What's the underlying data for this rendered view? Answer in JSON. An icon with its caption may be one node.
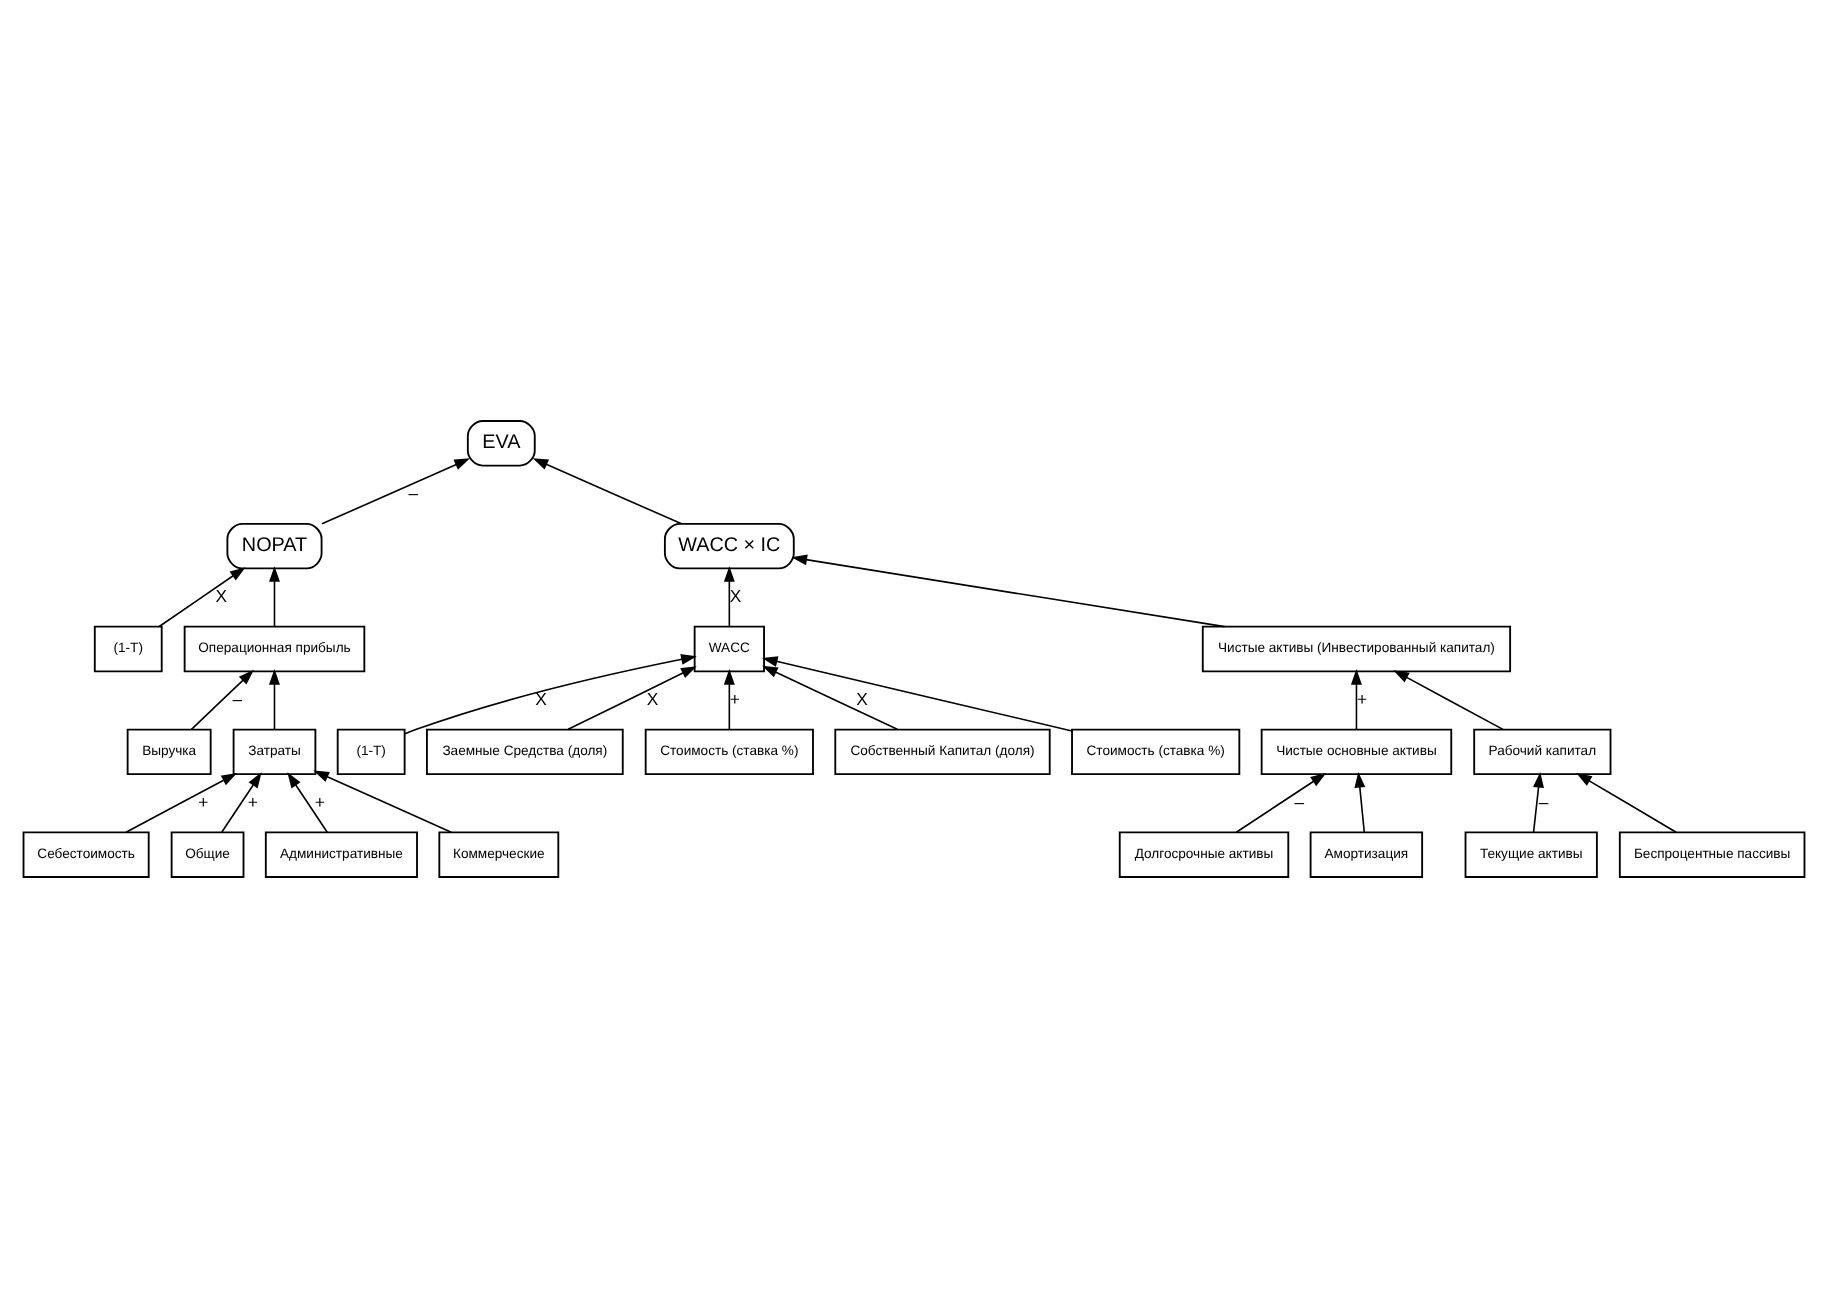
{
  "diagram": {
    "nodes": [
      {
        "text": [
          "EVA"
        ]
      },
      {
        "text": [
          "NOPAT"
        ]
      },
      {
        "text": [
          "WACC × IC"
        ]
      },
      {
        "text": [
          "(1-T)"
        ]
      },
      {
        "text": [
          "Операционная прибыль"
        ]
      },
      {
        "text": [
          "Выручка"
        ]
      },
      {
        "text": [
          "Затраты"
        ]
      },
      {
        "text": [
          "Себестоимость"
        ]
      },
      {
        "text": [
          "Общие"
        ]
      },
      {
        "text": [
          "Административные"
        ]
      },
      {
        "text": [
          "Коммерческие"
        ]
      },
      {
        "text": [
          "WACC"
        ]
      },
      {
        "text": [
          "Чистые активы (Инвестированный капитал)"
        ]
      },
      {
        "text": [
          "(1-T)"
        ]
      },
      {
        "text": [
          "Заемные Средства (доля)"
        ]
      },
      {
        "text": [
          "Стоимость (ставка %)"
        ]
      },
      {
        "text": [
          "Собственный Капитал (доля)"
        ]
      },
      {
        "text": [
          "Стоимость (ставка %)"
        ]
      },
      {
        "text": [
          "Долгосрочные активы"
        ]
      },
      {
        "text": [
          "Амортизация"
        ]
      },
      {
        "text": [
          "Чистые основные активы"
        ]
      },
      {
        "text": [
          "Текущие активы"
        ]
      },
      {
        "text": [
          "Беспроцентные пассивы"
        ]
      },
      {
        "text": [
          "Рабочий капитал"
        ]
      }
    ],
    "edges": [
      {
        "from": 1,
        "to": 0,
        "arrow": "to",
        "label": "–"
      },
      {
        "from": 2,
        "to": 0,
        "arrow": "to"
      },
      {
        "from": 3,
        "to": 1,
        "arrow": "to",
        "label": "X"
      },
      {
        "from": 4,
        "to": 1,
        "arrow": "to"
      },
      {
        "from": 5,
        "to": 4,
        "arrow": "to",
        "label": "–"
      },
      {
        "from": 6,
        "to": 4,
        "arrow": "to"
      },
      {
        "from": 7,
        "to": 6,
        "arrow": "to",
        "label": "+"
      },
      {
        "from": 8,
        "to": 6,
        "arrow": "to",
        "label": "+"
      },
      {
        "from": 9,
        "to": 6,
        "arrow": "to",
        "label": "+"
      },
      {
        "from": 10,
        "to": 6,
        "arrow": "to"
      },
      {
        "from": 11,
        "to": 2,
        "arrow": "to",
        "label": "X"
      },
      {
        "from": 12,
        "to": 2,
        "arrow": "to"
      },
      {
        "from": 13,
        "to": 11,
        "arrow": "to",
        "label": "X"
      },
      {
        "from": 14,
        "to": 11,
        "arrow": "to",
        "label": "X"
      },
      {
        "from": 15,
        "to": 11,
        "arrow": "to",
        "label": "+"
      },
      {
        "from": 16,
        "to": 11,
        "arrow": "to",
        "label": "X"
      },
      {
        "from": 17,
        "to": 11,
        "arrow": "to"
      },
      {
        "from": 18,
        "to": 20,
        "arrow": "to",
        "label": "–"
      },
      {
        "from": 19,
        "to": 20,
        "arrow": "to"
      },
      {
        "from": 21,
        "to": 23,
        "arrow": "to",
        "label": "–"
      },
      {
        "from": 22,
        "to": 23,
        "arrow": "to"
      },
      {
        "from": 20,
        "to": 12,
        "arrow": "to",
        "label": "+"
      },
      {
        "from": 23,
        "to": 12,
        "arrow": "to"
      }
    ]
  }
}
